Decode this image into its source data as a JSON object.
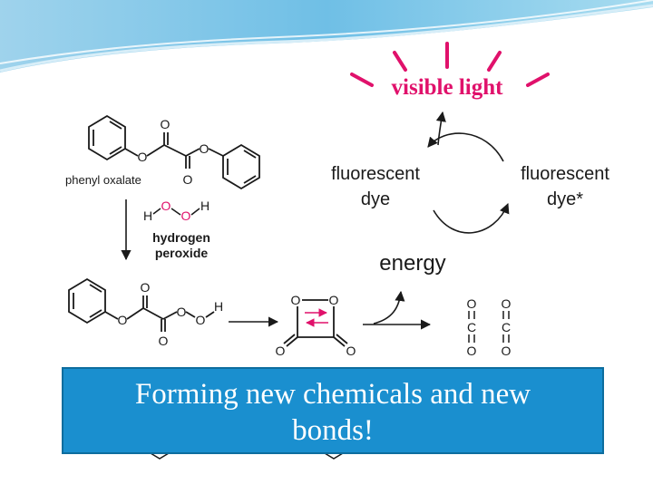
{
  "diagram": {
    "light_label": "visible light",
    "dye_left_line1": "fluorescent",
    "dye_left_line2": "dye",
    "dye_right_line1": "fluorescent",
    "dye_right_line2": "dye*",
    "energy_label": "energy",
    "reactant_label": "phenyl oxalate",
    "reagent_line1": "hydrogen",
    "reagent_line2": "peroxide",
    "colors": {
      "light": "#e0116b",
      "arrow_red": "#e0116b",
      "ink": "#1a1a1a"
    }
  },
  "caption": {
    "line1": "Forming new chemicals and new",
    "line2": "bonds!",
    "background": "#1a8fcf",
    "text_color": "#ffffff"
  }
}
